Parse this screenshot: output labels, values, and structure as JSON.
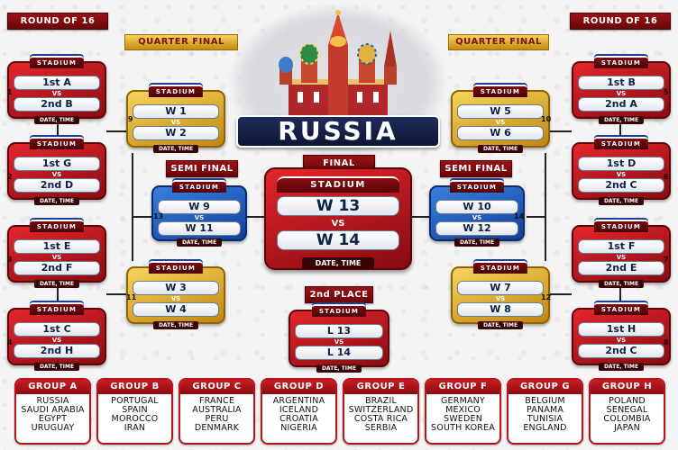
{
  "headers": {
    "round_of_16": "ROUND OF 16",
    "quarter_final": "QUARTER FINAL",
    "semi_final": "SEMI FINAL",
    "final": "FINAL",
    "second_place": "2nd PLACE",
    "country": "RUSSIA"
  },
  "common": {
    "stadium": "STADIUM",
    "vs": "VS",
    "date_time": "DATE, TIME"
  },
  "round_of_16_left": [
    {
      "num": "1",
      "team1": "1st A",
      "team2": "2nd B"
    },
    {
      "num": "2",
      "team1": "1st G",
      "team2": "2nd D"
    },
    {
      "num": "3",
      "team1": "1st E",
      "team2": "2nd F"
    },
    {
      "num": "4",
      "team1": "1st C",
      "team2": "2nd H"
    }
  ],
  "round_of_16_right": [
    {
      "num": "5",
      "team1": "1st B",
      "team2": "2nd A"
    },
    {
      "num": "6",
      "team1": "1st D",
      "team2": "2nd C"
    },
    {
      "num": "7",
      "team1": "1st F",
      "team2": "2nd E"
    },
    {
      "num": "8",
      "team1": "1st H",
      "team2": "2nd C"
    }
  ],
  "quarter_left": [
    {
      "num": "9",
      "team1": "W 1",
      "team2": "W 2"
    },
    {
      "num": "11",
      "team1": "W 3",
      "team2": "W 4"
    }
  ],
  "quarter_right": [
    {
      "num": "10",
      "team1": "W 5",
      "team2": "W 6"
    },
    {
      "num": "12",
      "team1": "W 7",
      "team2": "W 8"
    }
  ],
  "semi_left": {
    "num": "13",
    "team1": "W 9",
    "team2": "W 11"
  },
  "semi_right": {
    "num": "14",
    "team1": "W 10",
    "team2": "W 12"
  },
  "final_match": {
    "team1": "W 13",
    "team2": "W 14"
  },
  "third_place": {
    "team1": "L 13",
    "team2": "L 14"
  },
  "groups": [
    {
      "name": "GROUP A",
      "teams": [
        "RUSSIA",
        "SAUDI ARABIA",
        "EGYPT",
        "URUGUAY"
      ]
    },
    {
      "name": "GROUP B",
      "teams": [
        "PORTUGAL",
        "SPAIN",
        "MOROCCO",
        "IRAN"
      ]
    },
    {
      "name": "GROUP C",
      "teams": [
        "FRANCE",
        "AUSTRALIA",
        "PERU",
        "DENMARK"
      ]
    },
    {
      "name": "GROUP D",
      "teams": [
        "ARGENTINA",
        "ICELAND",
        "CROATIA",
        "NIGERIA"
      ]
    },
    {
      "name": "GROUP E",
      "teams": [
        "BRAZIL",
        "SWITZERLAND",
        "COSTA RICA",
        "SERBIA"
      ]
    },
    {
      "name": "GROUP F",
      "teams": [
        "GERMANY",
        "MEXICO",
        "SWEDEN",
        "SOUTH KOREA"
      ]
    },
    {
      "name": "GROUP G",
      "teams": [
        "BELGIUM",
        "PANAMA",
        "TUNISIA",
        "ENGLAND"
      ]
    },
    {
      "name": "GROUP H",
      "teams": [
        "POLAND",
        "SENEGAL",
        "COLOMBIA",
        "JAPAN"
      ]
    }
  ],
  "colors": {
    "red": "#c81c22",
    "gold": "#e6b53a",
    "blue": "#2a68c9",
    "navy": "#0e1533"
  }
}
